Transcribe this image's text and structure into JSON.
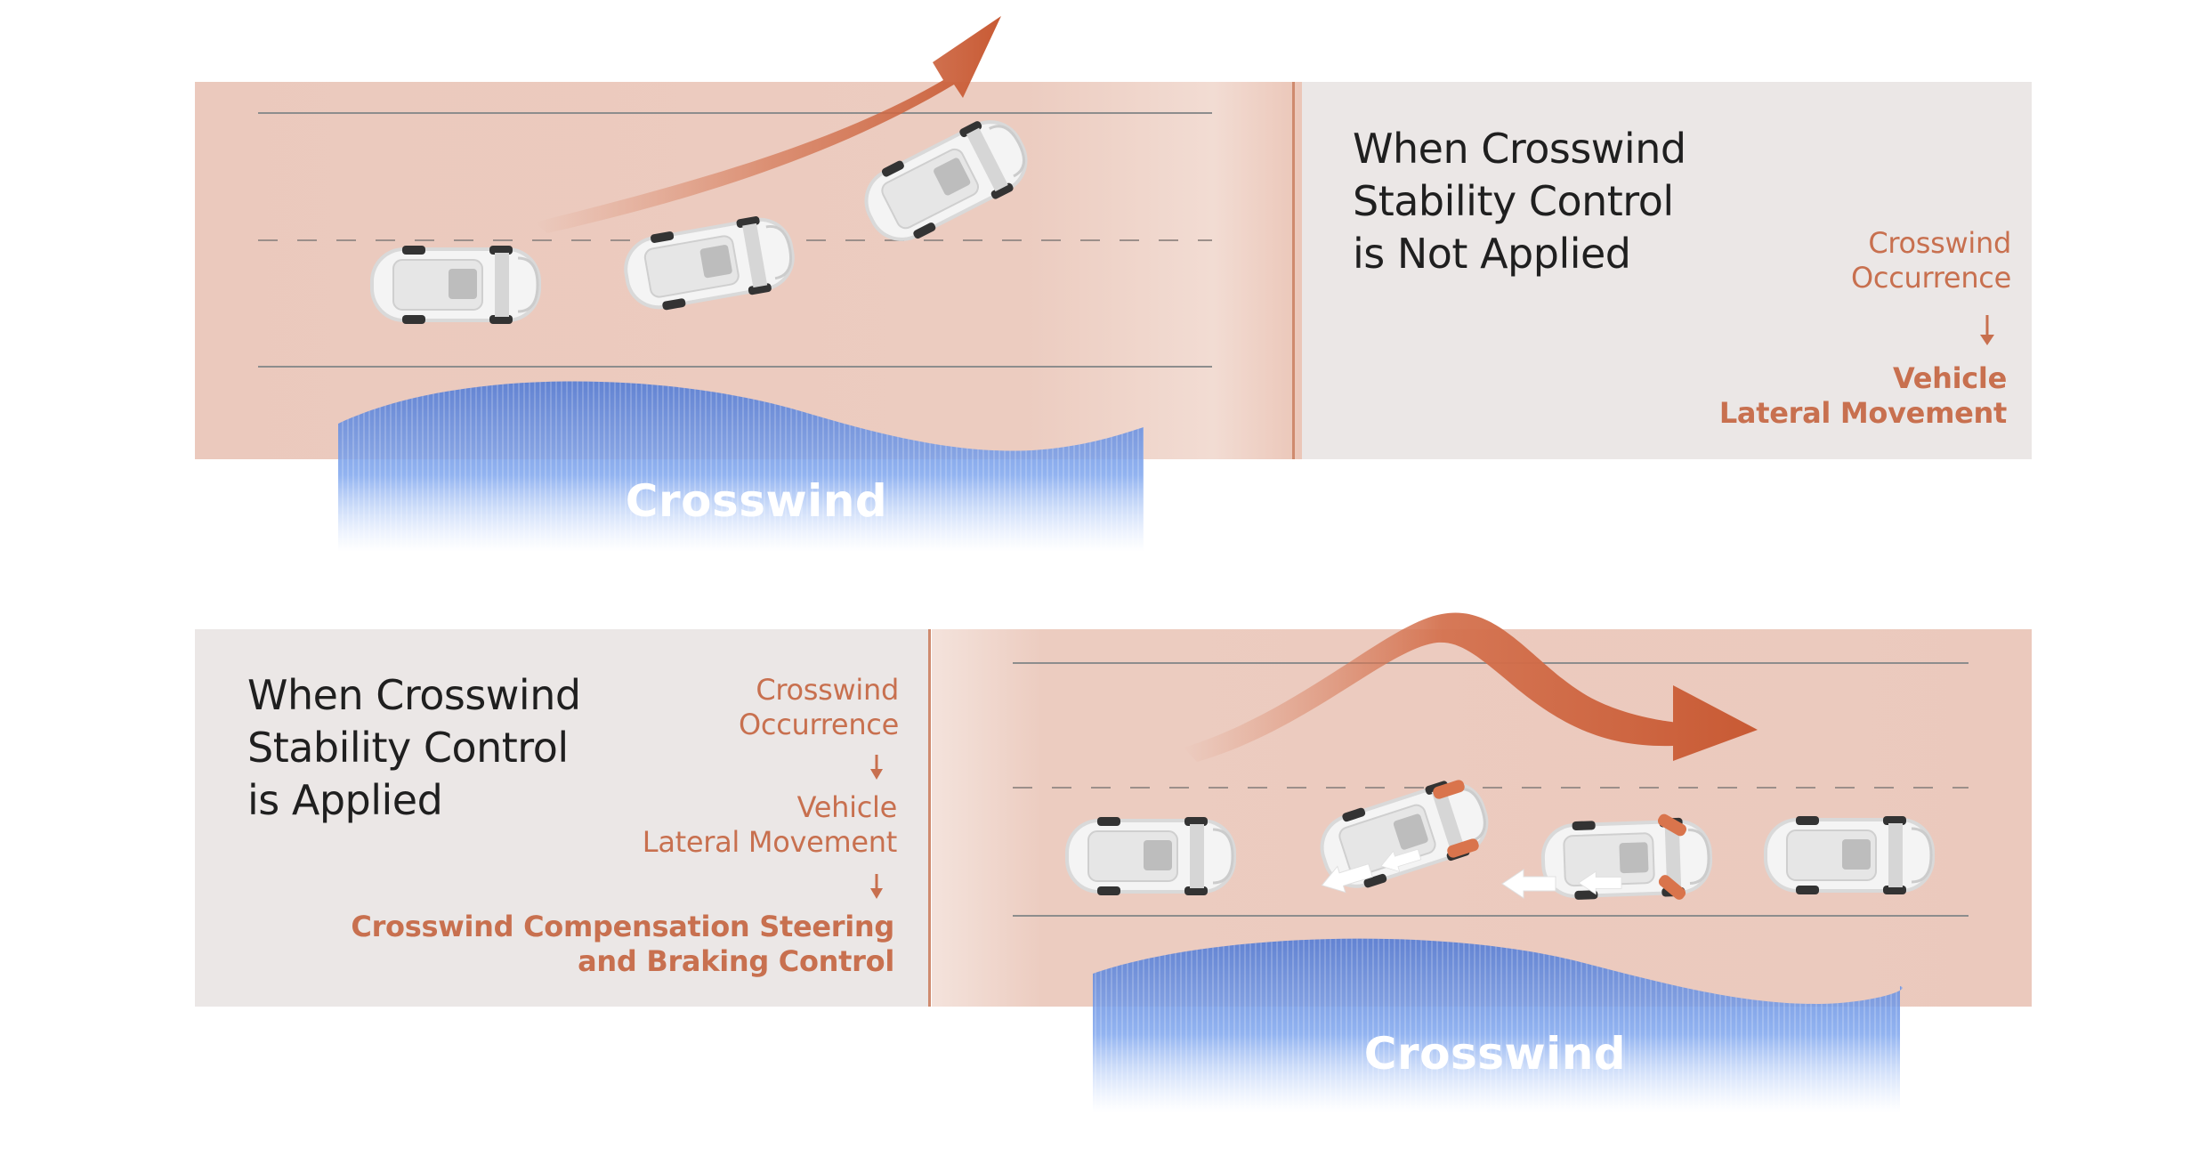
{
  "top": {
    "heading_lines": [
      "When Crosswind",
      "Stability Control",
      "is Not Applied"
    ],
    "flow": {
      "step1_lines": [
        "Crosswind",
        "Occurrence"
      ],
      "step2_lines": [
        "Vehicle",
        "Lateral Movement"
      ]
    },
    "wind_label": "Crosswind"
  },
  "bottom": {
    "heading_lines": [
      "When Crosswind",
      "Stability Control",
      "is Applied"
    ],
    "flow": {
      "step1_lines": [
        "Crosswind",
        "Occurrence"
      ],
      "step2_lines": [
        "Vehicle",
        "Lateral Movement"
      ],
      "step3_lines": [
        "Crosswind Compensation Steering",
        "and Braking Control"
      ]
    },
    "wind_label": "Crosswind"
  },
  "colors": {
    "accent": "#c8704f",
    "road": "#ebc9bd",
    "panel": "#ebe7e6",
    "wind": "#6c9ae6"
  },
  "icons": [
    "car-icon",
    "trajectory-arrow-icon",
    "down-arrow-icon",
    "force-arrow-icon"
  ]
}
